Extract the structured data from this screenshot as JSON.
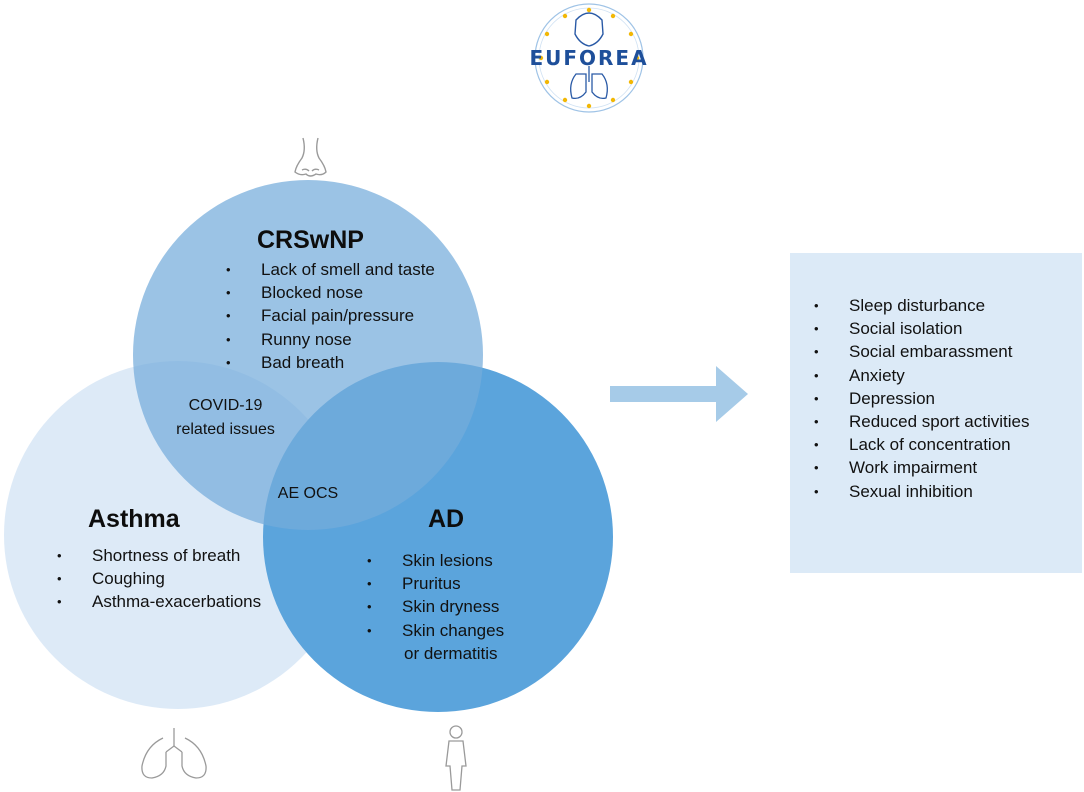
{
  "logo": {
    "text": "EUFOREA",
    "brand_color": "#1e4f9a",
    "star_color": "#f2b705"
  },
  "icons": {
    "top": "nose-icon",
    "bottom_left": "lungs-icon",
    "bottom_right": "human-body-icon"
  },
  "circles": {
    "crswnp": {
      "title": "CRSwNP",
      "color": "#74acdb",
      "items": [
        "Lack of smell and taste",
        "Blocked nose",
        "Facial pain/pressure",
        "Runny nose",
        "Bad breath"
      ]
    },
    "asthma": {
      "title": "Asthma",
      "color": "#d9e8f6",
      "items": [
        "Shortness of breath",
        "Coughing",
        "Asthma-exacerbations"
      ]
    },
    "ad": {
      "title": "AD",
      "color": "#5ba4dc",
      "items": [
        "Skin lesions",
        "Pruritus",
        "Skin dryness",
        "Skin changes",
        "or dermatitis"
      ]
    }
  },
  "overlaps": {
    "crswnp_asthma": "COVID-19 related issues",
    "center": "AE OCS"
  },
  "arrow": {
    "color": "#a6cbe8"
  },
  "impacts": {
    "background": "#dceaf7",
    "items": [
      "Sleep disturbance",
      "Social isolation",
      "Social embarassment",
      "Anxiety",
      "Depression",
      "Reduced sport activities",
      "Lack of concentration",
      "Work impairment",
      "Sexual inhibition"
    ]
  }
}
